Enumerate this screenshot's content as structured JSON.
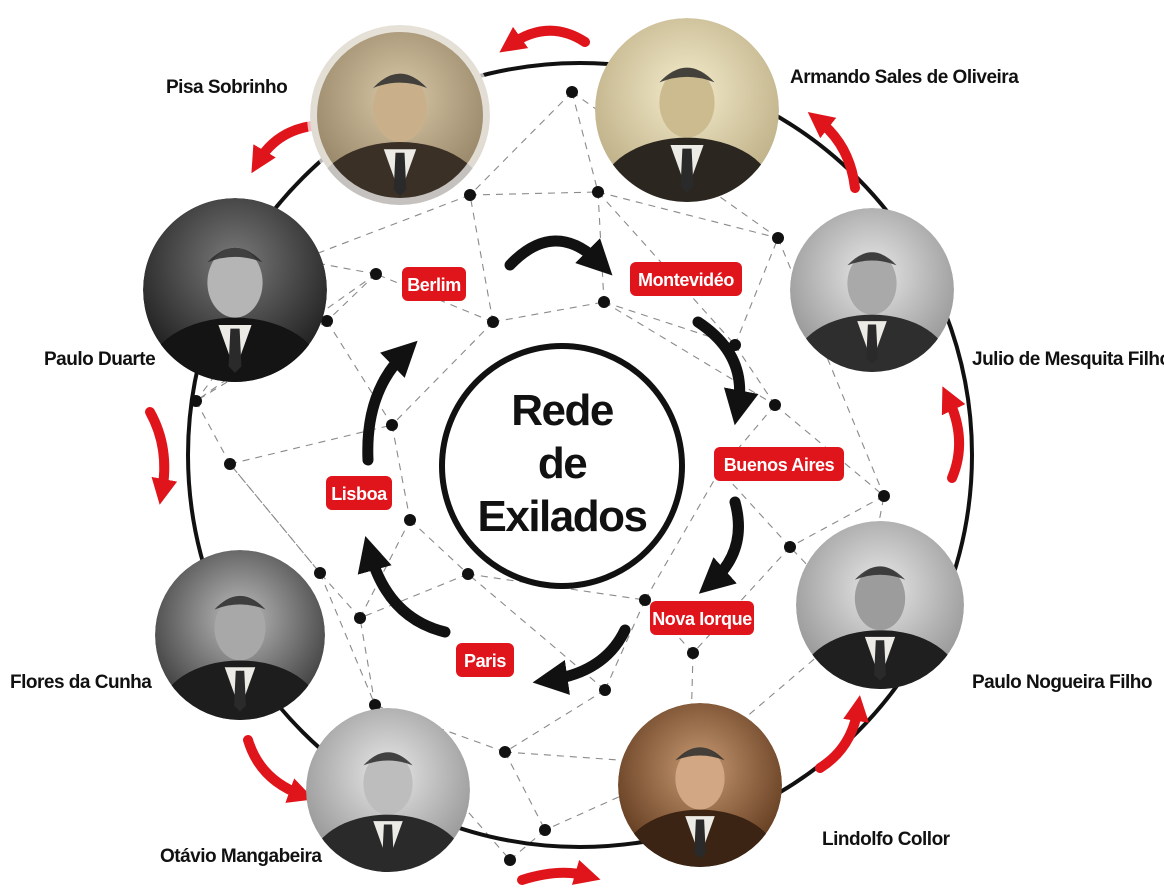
{
  "center": {
    "line1": "Rede",
    "line2": "de",
    "line3": "Exilados"
  },
  "cities": {
    "berlim": "Berlim",
    "montevideo": "Montevidéo",
    "buenos_aires": "Buenos Aires",
    "nova_iorque": "Nova Iorque",
    "paris": "Paris",
    "lisboa": "Lisboa"
  },
  "people": {
    "pisa_sobrinho": "Pisa Sobrinho",
    "armando_sales": "Armando Sales de Oliveira",
    "julio_mesquita": "Julio de Mesquita Filho",
    "paulo_nogueira": "Paulo Nogueira Filho",
    "lindolfo_collor": "Lindolfo Collor",
    "otavio_mangabeira": "Otávio Mangabeira",
    "flores_cunha": "Flores da Cunha",
    "paulo_duarte": "Paulo Duarte"
  },
  "colors": {
    "accent_red": "#e0151b",
    "ink": "#111111",
    "dashed_line": "#8a8a8a"
  },
  "icons": {
    "portrait": "portrait-photo-icon",
    "node": "network-node-icon",
    "arrow": "curved-arrow-icon"
  }
}
